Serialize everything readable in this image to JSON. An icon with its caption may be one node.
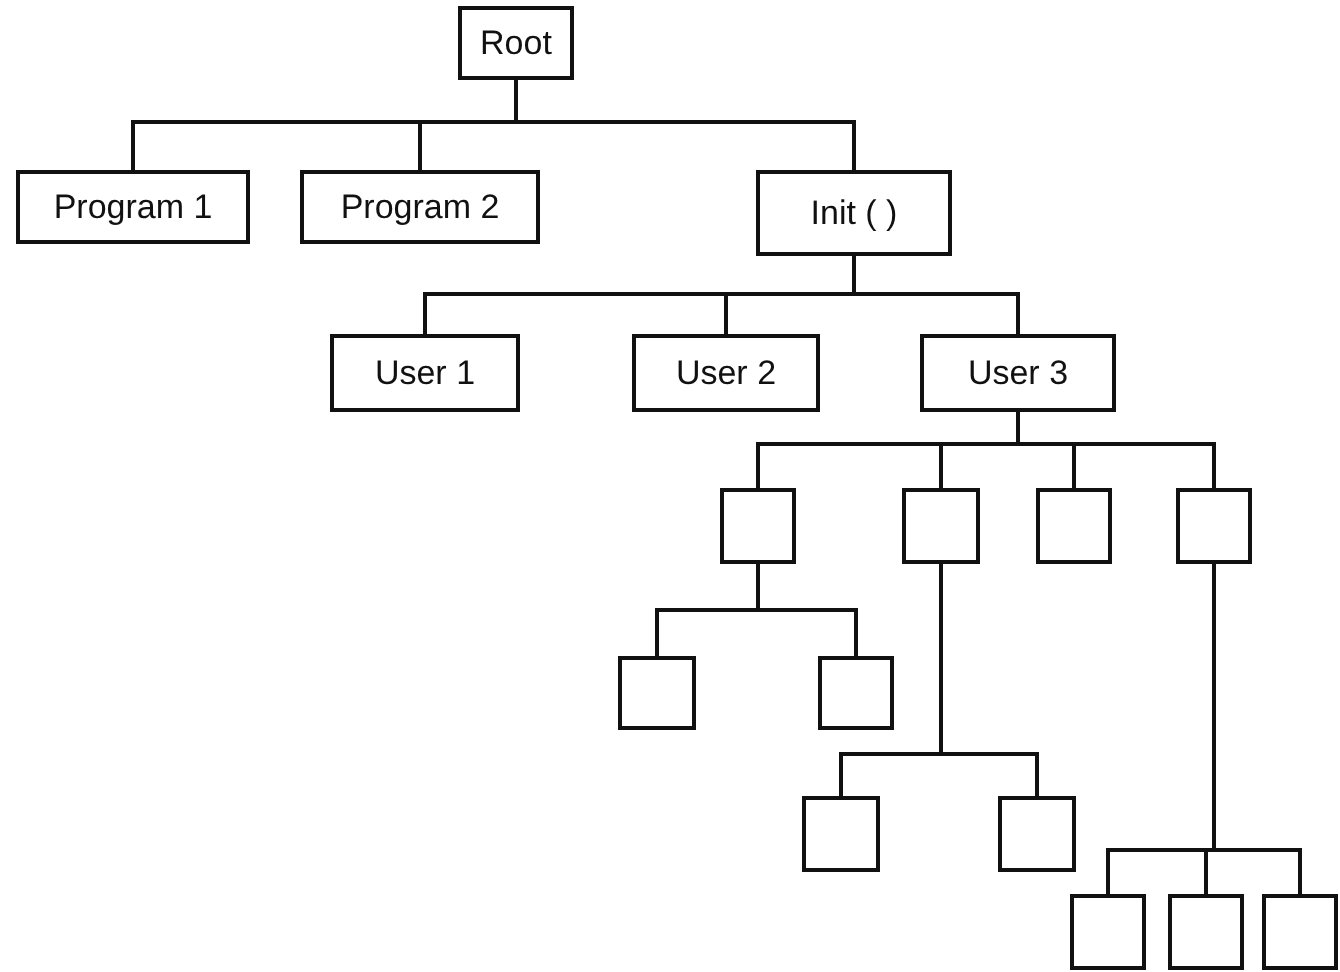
{
  "diagram": {
    "nodes": [
      {
        "text": [
          "Root"
        ]
      },
      {
        "text": [
          "Program 1"
        ]
      },
      {
        "text": [
          "Program 2"
        ]
      },
      {
        "text": [
          "Init ( )"
        ]
      },
      {
        "text": [
          "User 1"
        ]
      },
      {
        "text": [
          "User 2"
        ]
      },
      {
        "text": [
          "User 3"
        ]
      },
      {
        "text": [],
        "shape": "box"
      },
      {
        "text": [],
        "shape": "box"
      },
      {
        "text": [],
        "shape": "box"
      },
      {
        "text": [],
        "shape": "box"
      },
      {
        "text": [],
        "shape": "box"
      },
      {
        "text": [],
        "shape": "box"
      },
      {
        "text": [],
        "shape": "box"
      },
      {
        "text": [],
        "shape": "box"
      },
      {
        "text": [],
        "shape": "box"
      },
      {
        "text": [],
        "shape": "box"
      },
      {
        "text": [],
        "shape": "box"
      }
    ],
    "edges": [
      {
        "from": 0,
        "to": 1,
        "arrow": "none"
      },
      {
        "from": 0,
        "to": 2,
        "arrow": "none"
      },
      {
        "from": 0,
        "to": 3,
        "arrow": "none"
      },
      {
        "from": 3,
        "to": 4,
        "arrow": "none"
      },
      {
        "from": 3,
        "to": 5,
        "arrow": "none"
      },
      {
        "from": 3,
        "to": 6,
        "arrow": "none"
      },
      {
        "from": 6,
        "to": 7,
        "arrow": "none"
      },
      {
        "from": 6,
        "to": 8,
        "arrow": "none"
      },
      {
        "from": 6,
        "to": 9,
        "arrow": "none"
      },
      {
        "from": 6,
        "to": 10,
        "arrow": "none"
      },
      {
        "from": 7,
        "to": 11,
        "arrow": "none"
      },
      {
        "from": 7,
        "to": 12,
        "arrow": "none"
      },
      {
        "from": 8,
        "to": 13,
        "arrow": "none"
      },
      {
        "from": 8,
        "to": 14,
        "arrow": "none"
      },
      {
        "from": 10,
        "to": 15,
        "arrow": "none"
      },
      {
        "from": 10,
        "to": 16,
        "arrow": "none"
      },
      {
        "from": 10,
        "to": 17,
        "arrow": "none"
      }
    ]
  }
}
